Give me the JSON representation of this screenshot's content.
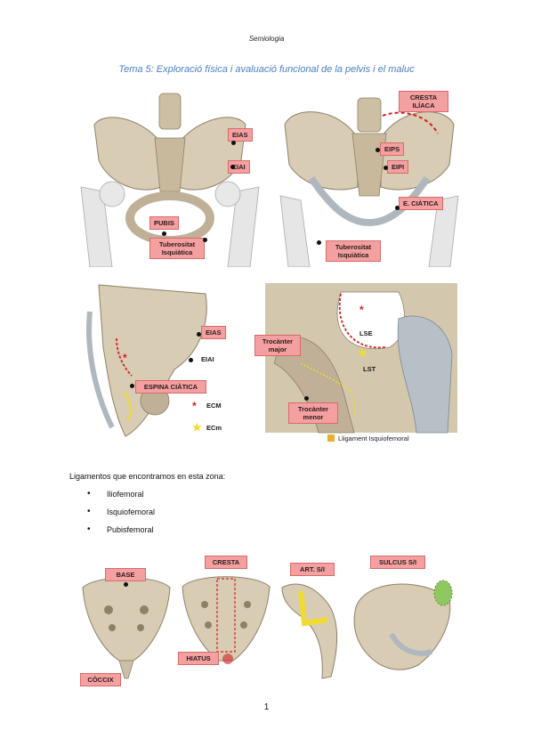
{
  "header": "Semiologia",
  "title": "Tema 5: Exploració física i avaluació funcional de la pelvis i el maluc",
  "panel1": {
    "labels": [
      "EIAS",
      "EIAI",
      "PUBIS",
      "Tuberositat Isquiàtica"
    ]
  },
  "panel2": {
    "labels": [
      "CRESTA ILÍACA",
      "EIPS",
      "EIPI",
      "E. CIÀTICA",
      "Tuberositat Isquiàtica"
    ]
  },
  "panel3": {
    "labels": [
      "EIAS",
      "EIAI",
      "ESPINA CIÀTICA"
    ],
    "legend": [
      "ECM",
      "ECm"
    ],
    "star": "*"
  },
  "panel4": {
    "labels": [
      "Trocànter major",
      "Trocànter menor",
      "LSE",
      "LST"
    ],
    "legend": "Lligament Isquiofemoral",
    "star": "*"
  },
  "intro": "Ligamentos que encontramos en esta zona:",
  "ligaments": [
    "Iliofemoral",
    "Isquiofemoral",
    "Pubisfemoral"
  ],
  "bullet": "•",
  "sacrum": {
    "labels": [
      "BASE",
      "CÒCCIX",
      "CRESTA",
      "HIATUS",
      "ART. S/I",
      "SULCUS S/I"
    ]
  },
  "page_number": "1",
  "colors": {
    "label_bg": "#f4a0a0",
    "bone": "#d8ccb4",
    "title": "#4a7fc1",
    "red_dash": "#d42020",
    "yellow": "#f0dc30"
  }
}
